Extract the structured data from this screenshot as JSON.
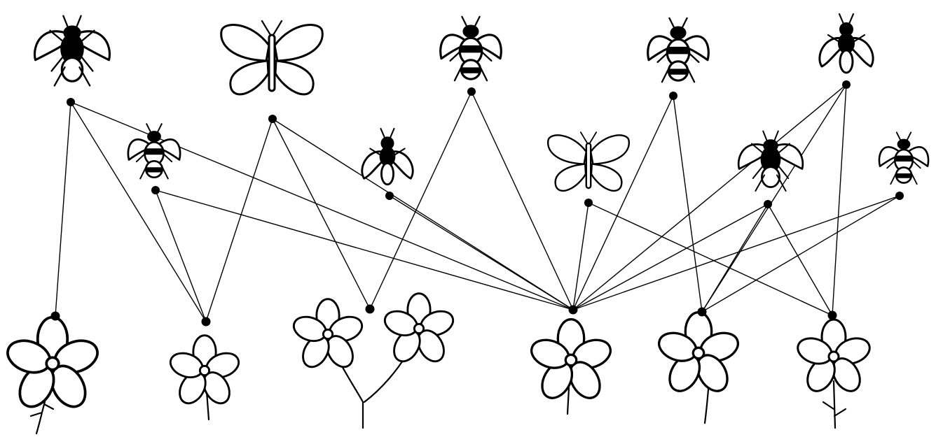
{
  "diagram": {
    "type": "bipartite plant-pollinator network",
    "pollinators": [
      {
        "id": "p1",
        "icon": "fly-icon"
      },
      {
        "id": "p2",
        "icon": "bee-icon"
      },
      {
        "id": "p3",
        "icon": "butterfly-icon"
      },
      {
        "id": "p4",
        "icon": "hoverfly-icon"
      },
      {
        "id": "p5",
        "icon": "bumblebee-icon"
      },
      {
        "id": "p6",
        "icon": "butterfly-icon"
      },
      {
        "id": "p7",
        "icon": "honeybee-icon"
      },
      {
        "id": "p8",
        "icon": "fly-icon"
      },
      {
        "id": "p9",
        "icon": "hoverfly-icon"
      },
      {
        "id": "p10",
        "icon": "bumblebee-icon"
      }
    ],
    "plants": [
      {
        "id": "f1",
        "icon": "flower-icon"
      },
      {
        "id": "f2",
        "icon": "flower-icon"
      },
      {
        "id": "f3",
        "icon": "flower-icon"
      },
      {
        "id": "f4",
        "icon": "flower-icon"
      },
      {
        "id": "f5",
        "icon": "flower-icon"
      },
      {
        "id": "f6",
        "icon": "flower-icon"
      }
    ],
    "interactions": [
      [
        "p1",
        "f1"
      ],
      [
        "p1",
        "f2"
      ],
      [
        "p1",
        "f4"
      ],
      [
        "p2",
        "f2"
      ],
      [
        "p2",
        "f4"
      ],
      [
        "p3",
        "f2"
      ],
      [
        "p3",
        "f3"
      ],
      [
        "p3",
        "f4"
      ],
      [
        "p4",
        "f4"
      ],
      [
        "p5",
        "f3"
      ],
      [
        "p5",
        "f4"
      ],
      [
        "p6",
        "f4"
      ],
      [
        "p6",
        "f6"
      ],
      [
        "p7",
        "f4"
      ],
      [
        "p7",
        "f5"
      ],
      [
        "p8",
        "f4"
      ],
      [
        "p8",
        "f5"
      ],
      [
        "p8",
        "f6"
      ],
      [
        "p9",
        "f4"
      ],
      [
        "p9",
        "f5"
      ],
      [
        "p9",
        "f6"
      ],
      [
        "p10",
        "f4"
      ],
      [
        "p10",
        "f5"
      ]
    ]
  }
}
